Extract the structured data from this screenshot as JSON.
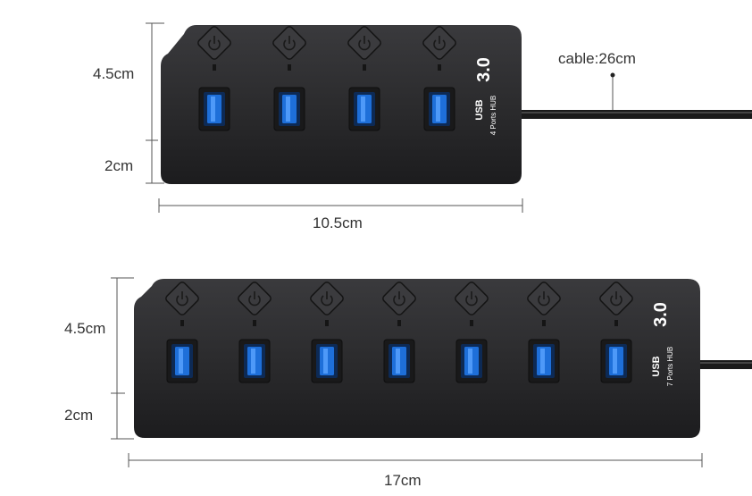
{
  "hub4": {
    "height_top_label": "4.5cm",
    "height_bottom_label": "2cm",
    "width_label": "10.5cm",
    "cable_label": "cable:26cm",
    "speed_label": "3.0",
    "brand_label": "USB",
    "ports_label": "4 Ports HUB",
    "port_count": 4
  },
  "hub7": {
    "height_top_label": "4.5cm",
    "height_bottom_label": "2cm",
    "width_label": "17cm",
    "speed_label": "3.0",
    "brand_label": "USB",
    "ports_label": "7 Ports HUB",
    "port_count": 7
  },
  "colors": {
    "hub_body": "#2b2b2d",
    "port_blue": "#1e6fd9",
    "dimension_line": "#555555"
  }
}
